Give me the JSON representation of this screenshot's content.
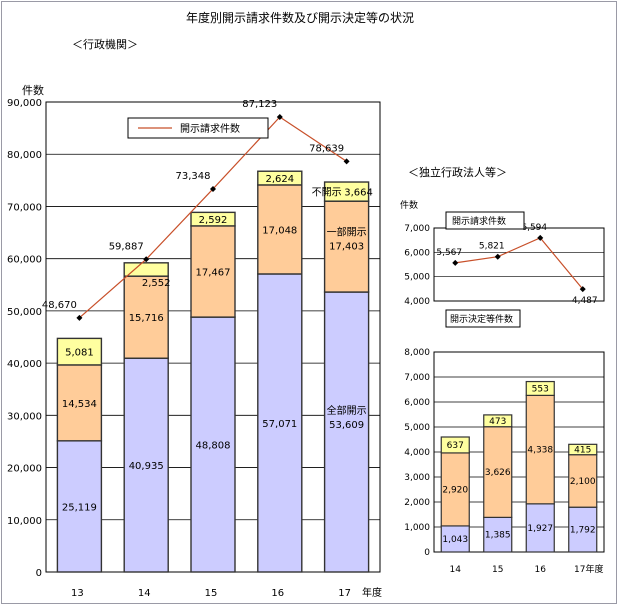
{
  "page": {
    "title": "年度別開示請求件数及び開示決定等の状況"
  },
  "colors": {
    "full": "#ccccff",
    "partial": "#ffcc99",
    "nondisclose": "#ffffa0",
    "line": "#c8502a",
    "bar_edge": "#333333"
  },
  "chart_data": [
    {
      "id": "admin",
      "type": "bar",
      "stacked": true,
      "title": "＜行政機関＞",
      "ylabel": "件数",
      "xlabel_suffix": "年度",
      "ylim": [
        0,
        90000
      ],
      "ytick_step": 10000,
      "yticks": [
        "0",
        "10,000",
        "20,000",
        "30,000",
        "40,000",
        "50,000",
        "60,000",
        "70,000",
        "80,000",
        "90,000"
      ],
      "categories": [
        "13",
        "14",
        "15",
        "16",
        "17"
      ],
      "grid": true,
      "legend": {
        "position": "top-left",
        "entries": [
          "開示請求件数"
        ]
      },
      "series": [
        {
          "key": "full",
          "values": [
            25119,
            40935,
            48808,
            57071,
            53609
          ],
          "labels": [
            "25,119",
            "40,935",
            "48,808",
            "57,071",
            "53,609"
          ]
        },
        {
          "key": "partial",
          "values": [
            14534,
            15716,
            17467,
            17048,
            17403
          ],
          "labels": [
            "14,534",
            "15,716",
            "17,467",
            "17,048",
            "17,403"
          ]
        },
        {
          "key": "nondisclose",
          "values": [
            5081,
            2552,
            2592,
            2624,
            3664
          ],
          "labels": [
            "5,081",
            "2,552",
            "2,592",
            "2,624",
            "3,664"
          ]
        }
      ],
      "line": {
        "name": "開示請求件数",
        "values": [
          48670,
          59887,
          73348,
          87123,
          78639
        ],
        "labels": [
          "48,670",
          "59,887",
          "73,348",
          "87,123",
          "78,639"
        ]
      },
      "annotations": {
        "full": "全部開示",
        "partial": "一部開示",
        "nondisclose": "不開示"
      }
    },
    {
      "id": "corp_requests",
      "type": "line",
      "title": "＜独立行政法人等＞",
      "ylabel": "件数",
      "ylim": [
        4000,
        7000
      ],
      "yticks": [
        "4,000",
        "5,000",
        "6,000",
        "7,000"
      ],
      "categories": [
        "14",
        "15",
        "16",
        "17"
      ],
      "grid": true,
      "legend": {
        "position": "top-left",
        "entries": [
          "開示請求件数"
        ]
      },
      "line": {
        "name": "開示請求件数",
        "values": [
          5567,
          5821,
          6594,
          4487
        ],
        "labels": [
          "5,567",
          "5,821",
          "6,594",
          "4,487"
        ]
      }
    },
    {
      "id": "corp_decisions",
      "type": "bar",
      "stacked": true,
      "title": "開示決定等件数",
      "ylim": [
        0,
        8000
      ],
      "yticks": [
        "0",
        "1,000",
        "2,000",
        "3,000",
        "4,000",
        "5,000",
        "6,000",
        "7,000",
        "8,000"
      ],
      "categories": [
        "14",
        "15",
        "16",
        "17年度"
      ],
      "grid": true,
      "series": [
        {
          "key": "full",
          "values": [
            1043,
            1385,
            1927,
            1792
          ],
          "labels": [
            "1,043",
            "1,385",
            "1,927",
            "1,792"
          ]
        },
        {
          "key": "partial",
          "values": [
            2920,
            3626,
            4338,
            2100
          ],
          "labels": [
            "2,920",
            "3,626",
            "4,338",
            "2,100"
          ]
        },
        {
          "key": "nondisclose",
          "values": [
            637,
            473,
            553,
            415
          ],
          "labels": [
            "637",
            "473",
            "553",
            "415"
          ]
        }
      ]
    }
  ]
}
